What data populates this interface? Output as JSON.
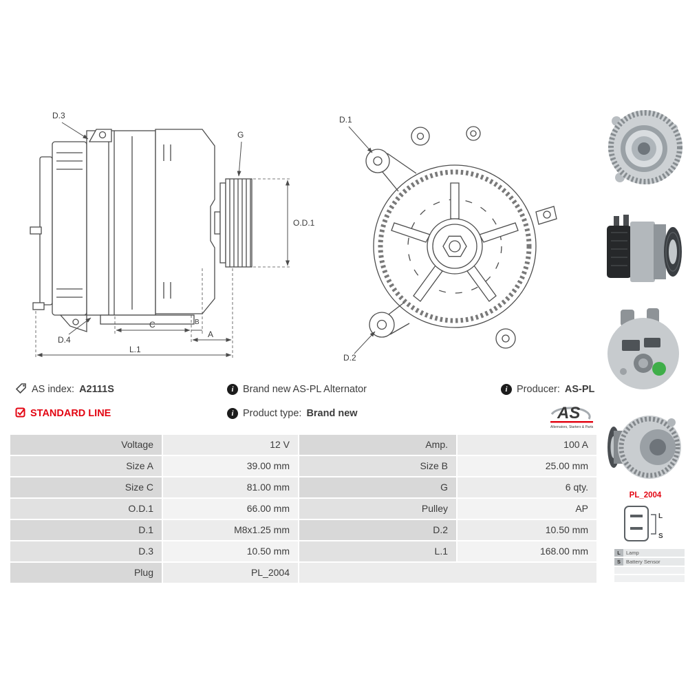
{
  "header": {
    "as_index": {
      "label": "AS index:",
      "value": "A2111S"
    },
    "standard_line": "STANDARD LINE",
    "brand_new": "Brand new AS-PL Alternator",
    "product_type": {
      "label": "Product type:",
      "value": "Brand new"
    },
    "producer": {
      "label": "Producer:",
      "value": "AS-PL"
    }
  },
  "logo": {
    "text": "AS",
    "tagline": "Alternators, Starters & Parts"
  },
  "drawings": {
    "side": {
      "labels": {
        "d3": "D.3",
        "d4": "D.4",
        "g": "G",
        "od1": "O.D.1",
        "c": "C",
        "b": "B",
        "a": "A",
        "l1": "L.1"
      }
    },
    "front": {
      "labels": {
        "d1": "D.1",
        "d2": "D.2"
      }
    }
  },
  "sidebar": {
    "plug_code": "PL_2004",
    "plug_pin_top": "L",
    "plug_pin_bottom": "S",
    "legend": [
      {
        "key": "L",
        "desc": "Lamp"
      },
      {
        "key": "S",
        "desc": "Battery Sensor"
      }
    ]
  },
  "table": {
    "rows": [
      {
        "l_label": "Voltage",
        "l_value": "12 V",
        "r_label": "Amp.",
        "r_value": "100 A"
      },
      {
        "l_label": "Size A",
        "l_value": "39.00 mm",
        "r_label": "Size B",
        "r_value": "25.00 mm"
      },
      {
        "l_label": "Size C",
        "l_value": "81.00 mm",
        "r_label": "G",
        "r_value": "6 qty."
      },
      {
        "l_label": "O.D.1",
        "l_value": "66.00 mm",
        "r_label": "Pulley",
        "r_value": "AP"
      },
      {
        "l_label": "D.1",
        "l_value": "M8x1.25 mm",
        "r_label": "D.2",
        "r_value": "10.50 mm"
      },
      {
        "l_label": "D.3",
        "l_value": "10.50 mm",
        "r_label": "L.1",
        "r_value": "168.00 mm"
      },
      {
        "l_label": "Plug",
        "l_value": "PL_2004",
        "r_label": "",
        "r_value": ""
      }
    ]
  },
  "colors": {
    "accent_red": "#e30613"
  }
}
